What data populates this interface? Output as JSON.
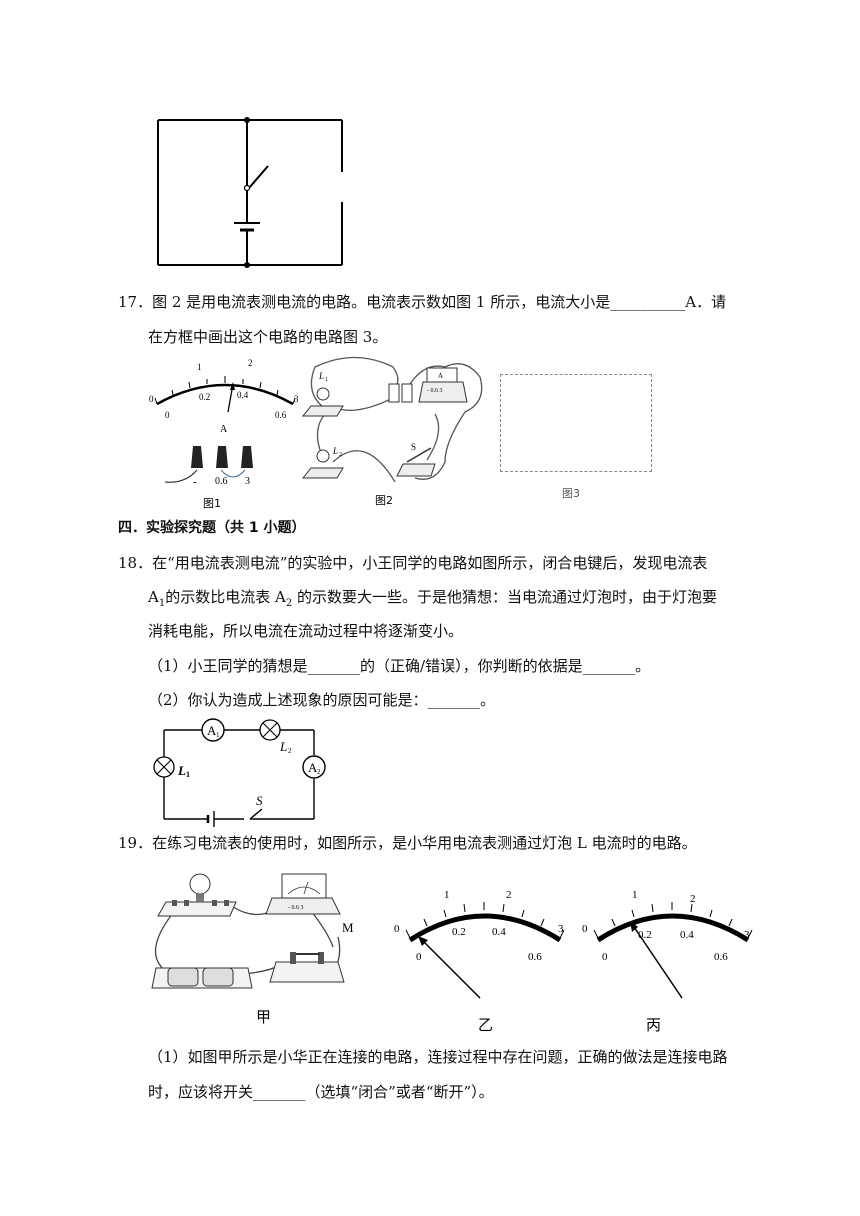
{
  "q17": {
    "line1": "17．图 2 是用电流表测电流的电路。电流表示数如图 1 所示，电流大小是__________A．请",
    "line2": "在方框中画出这个电路的电路图 3。",
    "fig1": {
      "caption": "图1",
      "top_scale": [
        "0",
        "1",
        "2",
        "3"
      ],
      "bottom_scale": [
        "0",
        "0.2",
        "0.4",
        "0.6"
      ],
      "unit": "A",
      "terminals": [
        "-",
        "0.6",
        "3"
      ]
    },
    "fig2": {
      "caption": "图2",
      "lamp1": "L",
      "lamp1_sub": "1",
      "lamp2": "L",
      "lamp2_sub": "2",
      "switch": "S",
      "meter": "A",
      "meter_scale": "- 0.6 3"
    },
    "fig3": {
      "caption": "图3"
    }
  },
  "section4": {
    "title": "四．实验探究题（共 1 小题）"
  },
  "q18": {
    "line1": "18．在“用电流表测电流”的实验中，小王同学的电路如图所示，闭合电键后，发现电流表",
    "line2_pre": "A",
    "line2_sub1": "1",
    "line2_mid": "的示数比电流表 A",
    "line2_sub2": "2",
    "line2_post": " 的示数要大一些。于是他猜想：当电流通过灯泡时，由于灯泡要",
    "line3": "消耗电能，所以电流在流动过程中将逐渐变小。",
    "sub1": "（1）小王同学的猜想是_______的（正确/错误），你判断的依据是_______。",
    "sub2": "（2）你认为造成上述现象的原因可能是：_______。",
    "diagram": {
      "a1": "A",
      "a1_sub": "1",
      "a2": "A",
      "a2_sub": "2",
      "l1": "L",
      "l1_sub": "1",
      "l2": "L",
      "l2_sub": "2",
      "s": "S"
    }
  },
  "q19": {
    "line1": "19．在练习电流表的使用时，如图所示，是小华用电流表测通过灯泡 L 电流时的电路。",
    "fig_jia": {
      "caption": "甲",
      "label_m": "M",
      "meter_scale": "- 0.6 3"
    },
    "fig_yi": {
      "caption": "乙",
      "top_scale": [
        "0",
        "1",
        "2",
        "3"
      ],
      "bottom_scale": [
        "0",
        "0.2",
        "0.4",
        "0.6"
      ]
    },
    "fig_bing": {
      "caption": "丙",
      "top_scale": [
        "0",
        "1",
        "2",
        "3"
      ],
      "bottom_scale": [
        "0",
        "0.2",
        "0.4",
        "0.6"
      ]
    },
    "sub1_line1": "（1）如图甲所示是小华正在连接的电路，连接过程中存在问题，正确的做法是连接电路",
    "sub1_line2": "时，应该将开关_______（选填“闭合”或者“断开”）。"
  }
}
